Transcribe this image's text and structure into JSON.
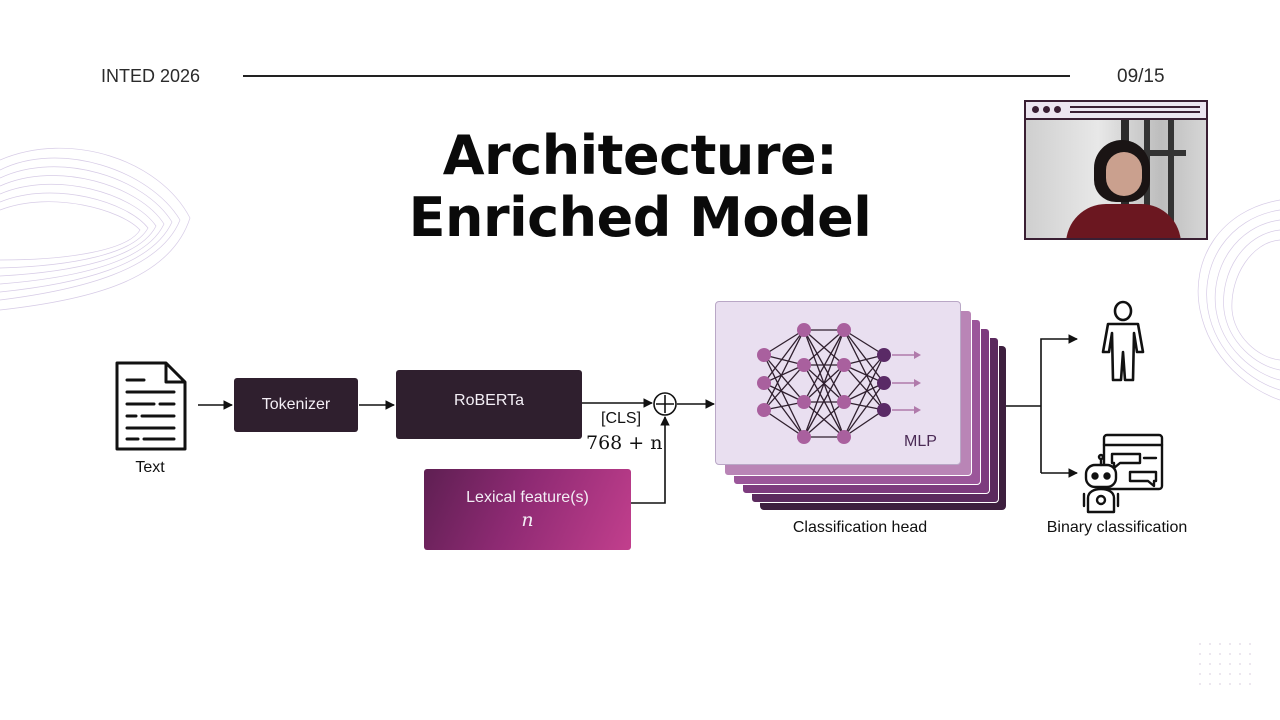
{
  "header": {
    "conference": "INTED 2026",
    "page": "09/15"
  },
  "title": {
    "line1": "Architecture:",
    "line2": "Enriched Model"
  },
  "diagram": {
    "input_label": "Text",
    "tokenizer": "Tokenizer",
    "roberta": "RoBERTa",
    "cls_label": "[CLS]",
    "dim_label": "768 + n",
    "lexical": {
      "label": "Lexical feature(s)",
      "symbol": "n"
    },
    "mlp_label": "MLP",
    "head_label": "Classification head",
    "output_label": "Binary classification"
  },
  "colors": {
    "dark_box": "#2f1f2e",
    "lexical_start": "#b23a86",
    "lexical_end": "#5e1f52",
    "mlp_bg": "#e9dff0",
    "node_light": "#a9609e",
    "node_dark": "#5a2a66"
  }
}
